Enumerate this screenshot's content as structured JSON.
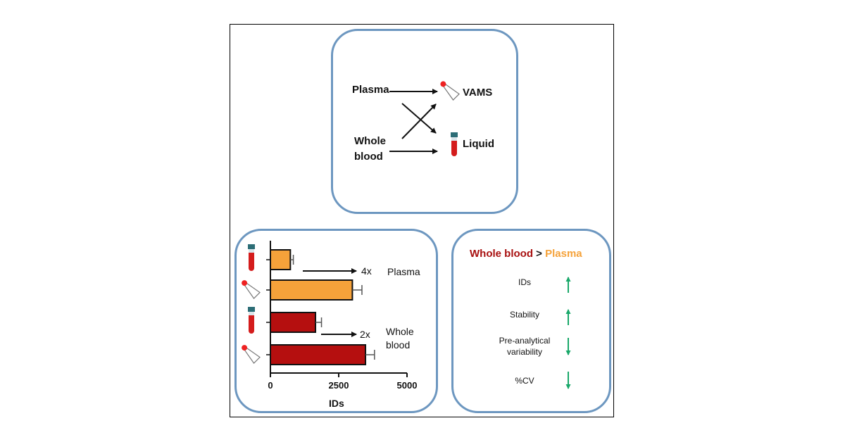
{
  "flow": {
    "sources": [
      "Plasma",
      "Whole\nblood"
    ],
    "destinations": [
      "VAMS",
      "Liquid"
    ]
  },
  "chart_data": {
    "type": "bar",
    "orientation": "horizontal",
    "categories": [
      "Plasma Liquid",
      "Plasma VAMS",
      "Whole blood Liquid",
      "Whole blood VAMS"
    ],
    "values": [
      730,
      3000,
      1650,
      3480
    ],
    "errors": [
      110,
      350,
      220,
      330
    ],
    "group_labels": [
      "Plasma",
      "Whole\nblood"
    ],
    "fold_labels": [
      "4x",
      "2x"
    ],
    "xlabel": "IDs",
    "xticks": [
      0,
      2500,
      5000
    ],
    "xlim": [
      0,
      5000
    ],
    "colors": [
      "#f5a23a",
      "#f5a23a",
      "#b50f0f",
      "#b50f0f"
    ],
    "row_icons": [
      "tube-icon",
      "vams-icon",
      "tube-icon",
      "vams-icon"
    ],
    "grid": false
  },
  "summary": {
    "heading_left": "Whole blood",
    "heading_sep": ">",
    "heading_right": "Plasma",
    "items": [
      {
        "label": "IDs",
        "direction": "up"
      },
      {
        "label": "Stability",
        "direction": "up"
      },
      {
        "label": "Pre-analytical\nvariability",
        "direction": "down"
      },
      {
        "label": "%CV",
        "direction": "down"
      }
    ]
  },
  "colors": {
    "panel_border": "#6d97c0",
    "plasma": "#f5a23a",
    "whole_blood": "#b50f0f",
    "arrow_green": "#1aa86a"
  }
}
